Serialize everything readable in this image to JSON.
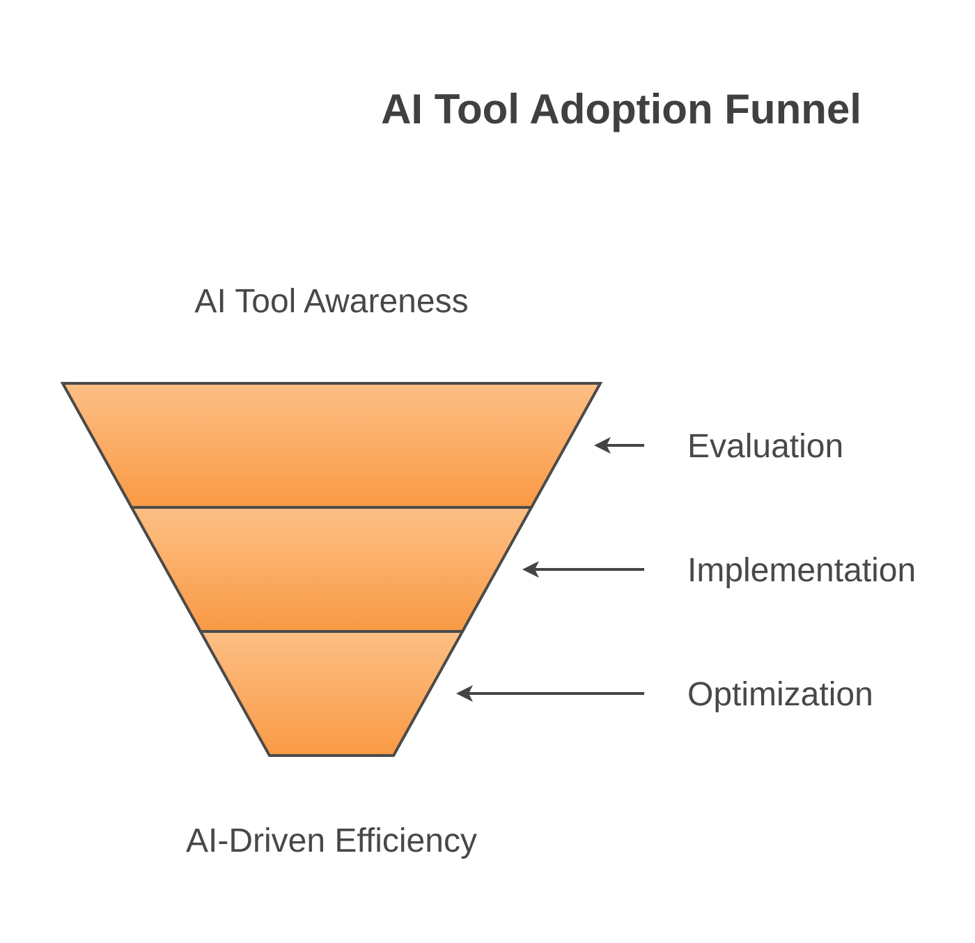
{
  "title": "AI Tool Adoption Funnel",
  "top_label": "AI Tool Awareness",
  "bottom_label": "AI-Driven Efficiency",
  "stages": [
    {
      "label": "Evaluation"
    },
    {
      "label": "Implementation"
    },
    {
      "label": "Optimization"
    }
  ],
  "colors": {
    "fill_top": "#fdbf85",
    "fill_bottom": "#f99a45",
    "outline": "#4a4a4a",
    "arrow": "#444444",
    "title": "#404040",
    "text": "#484848"
  }
}
